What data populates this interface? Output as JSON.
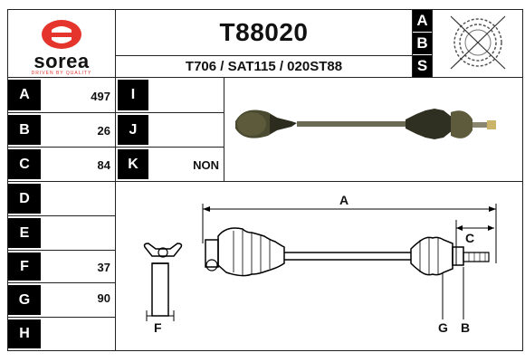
{
  "brand": {
    "name": "sorea",
    "tagline": "DRIVEN BY QUALITY",
    "logo_color": "#e4342c"
  },
  "header": {
    "part_code": "T88020",
    "references": "T706 / SAT115 / 020ST88",
    "abs_letters": [
      "A",
      "B",
      "S"
    ]
  },
  "specs_left": [
    {
      "label": "A",
      "value": "497"
    },
    {
      "label": "B",
      "value": "26"
    },
    {
      "label": "C",
      "value": "84"
    },
    {
      "label": "D",
      "value": ""
    },
    {
      "label": "E",
      "value": ""
    },
    {
      "label": "F",
      "value": "37"
    },
    {
      "label": "G",
      "value": "90"
    },
    {
      "label": "H",
      "value": ""
    }
  ],
  "specs_mid": [
    {
      "label": "I",
      "value": ""
    },
    {
      "label": "J",
      "value": ""
    },
    {
      "label": "K",
      "value": "NON"
    }
  ],
  "diagram_labels": {
    "a": "A",
    "c": "C",
    "f": "F",
    "g": "G",
    "b": "B"
  }
}
